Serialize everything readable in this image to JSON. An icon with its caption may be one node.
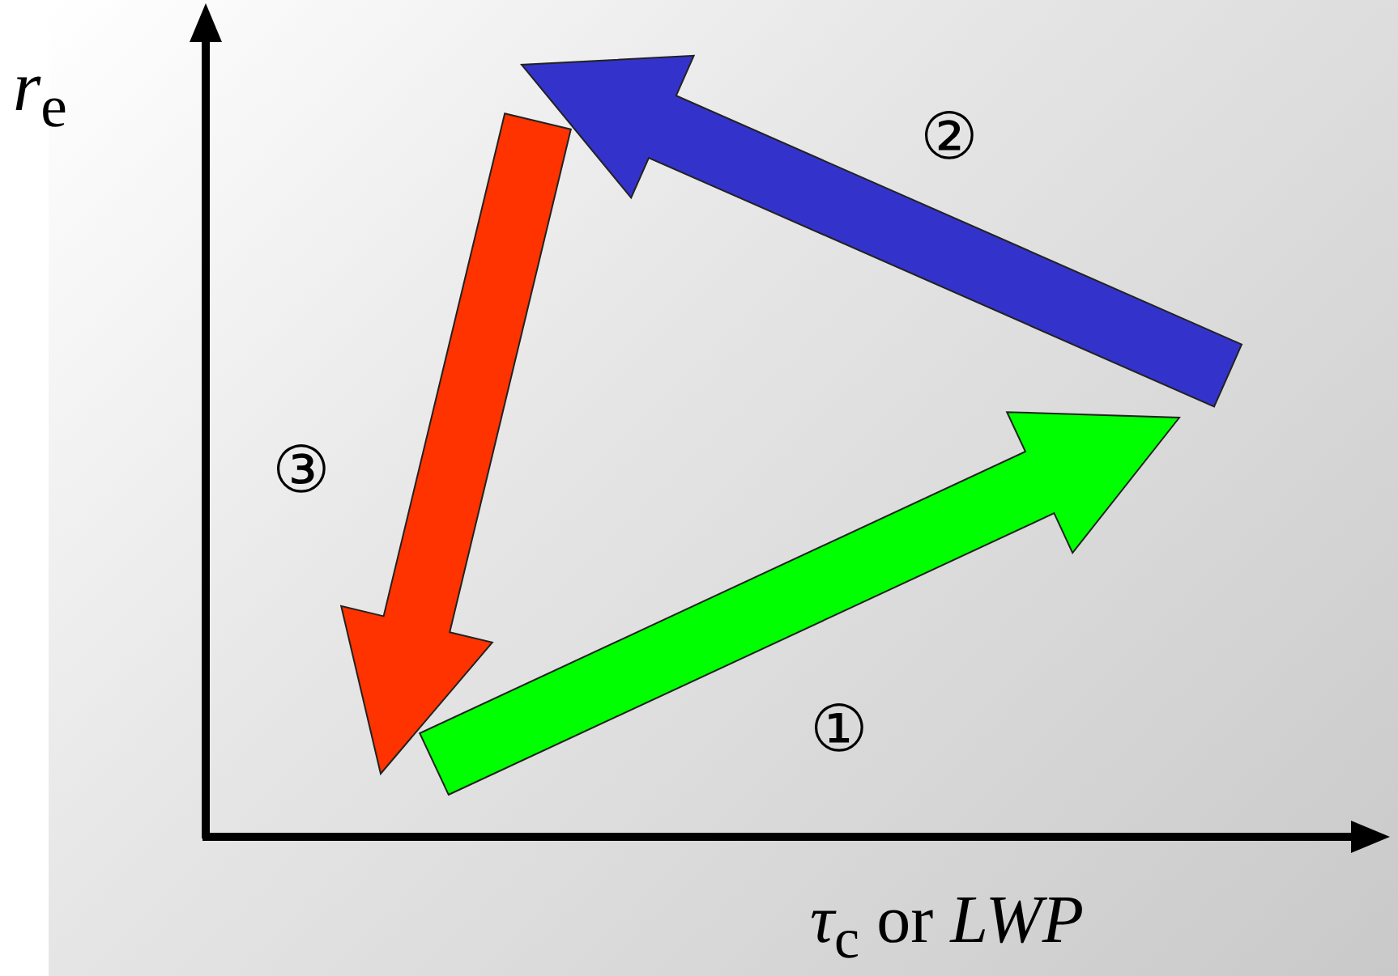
{
  "diagram": {
    "labels": [
      "*r*$_{e}$",
      "②",
      "③",
      "①",
      "*τ*$_{c}$ or *LWP*"
    ]
  }
}
